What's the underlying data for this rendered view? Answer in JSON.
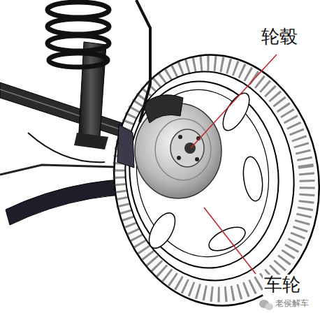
{
  "diagram": {
    "labels": [
      "轮毂",
      "车轮",
      "老侯解车"
    ]
  }
}
